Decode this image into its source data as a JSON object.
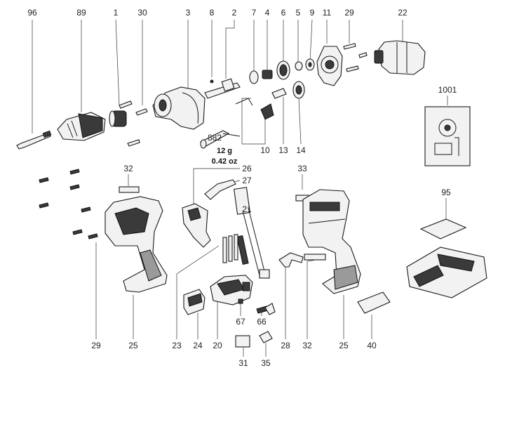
{
  "callouts": {
    "c96": "96",
    "c89": "89",
    "c1": "1",
    "c30": "30",
    "c3": "3",
    "c8": "8",
    "c2": "2",
    "c7": "7",
    "c4": "4",
    "c6": "6",
    "c5": "5",
    "c9": "9",
    "c11": "11",
    "c29a": "29",
    "c22": "22",
    "c1001": "1001",
    "c882": "882",
    "c10": "10",
    "c13": "13",
    "c14": "14",
    "c32a": "32",
    "c26": "26",
    "c27": "27",
    "c21": "21",
    "c33": "33",
    "c95": "95",
    "c29b": "29",
    "c25a": "25",
    "c23": "23",
    "c24": "24",
    "c20": "20",
    "c67": "67",
    "c66": "66",
    "c28": "28",
    "c32b": "32",
    "c25b": "25",
    "c40": "40",
    "c31": "31",
    "c35": "35"
  },
  "grease_note": {
    "grams": "12 g",
    "ounces": "0.42 oz"
  },
  "colors": {
    "line": "#1a1a1a",
    "fill": "#f2f2f2",
    "dark": "#3a3a3a",
    "label": "#222222"
  }
}
